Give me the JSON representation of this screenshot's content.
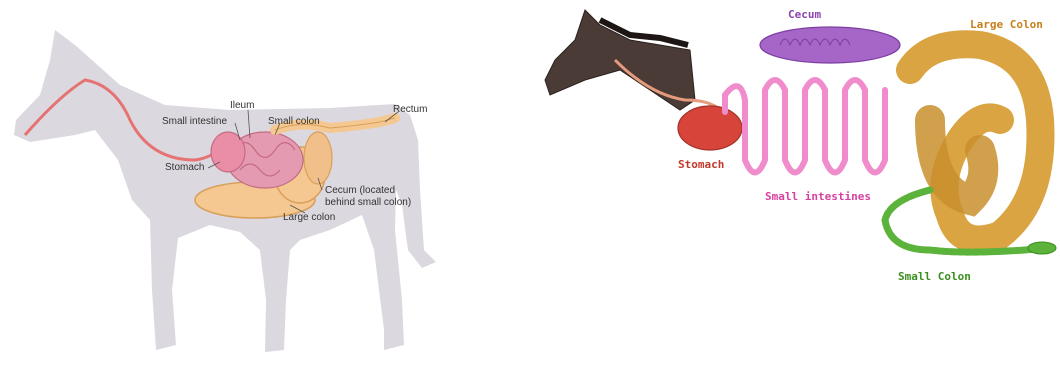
{
  "left_diagram": {
    "labels": {
      "ileum": "Ileum",
      "small_intestine": "Small intestine",
      "small_colon": "Small colon",
      "rectum": "Rectum",
      "stomach": "Stomach",
      "cecum_line1": "Cecum (located",
      "cecum_line2": "behind small colon)",
      "large_colon": "Large colon"
    }
  },
  "right_diagram": {
    "labels": {
      "cecum": "Cecum",
      "large_colon": "Large Colon",
      "stomach": "Stomach",
      "small_intestines": "Small intestines",
      "small_colon": "Small Colon"
    },
    "colors": {
      "cecum": "#9b59b6",
      "large_colon": "#d9a441",
      "stomach": "#c0392b",
      "small_intestines": "#e87fc0",
      "small_colon": "#4caf2a",
      "label_purple": "#8e44ad",
      "label_orange": "#c8801c",
      "label_red": "#c0392b",
      "label_pink": "#d6409f",
      "label_green": "#3a8f1f"
    }
  }
}
